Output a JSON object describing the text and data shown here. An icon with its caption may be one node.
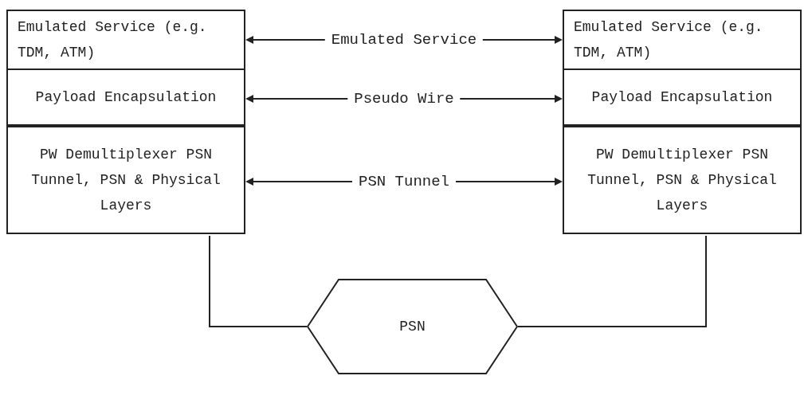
{
  "diagram": {
    "nodes": [
      {
        "text": [
          "Emulated Service (e.g. TDM, ATM)"
        ]
      },
      {
        "text": [
          "Payload Encapsulation"
        ]
      },
      {
        "text": [
          "PW Demultiplexer PSN Tunnel, PSN & Physical Layers"
        ]
      },
      {
        "text": [
          "Emulated Service (e.g. TDM, ATM)"
        ]
      },
      {
        "text": [
          "Payload Encapsulation"
        ]
      },
      {
        "text": [
          "PW Demultiplexer PSN Tunnel, PSN & Physical Layers"
        ]
      },
      {
        "text": [
          "PSN"
        ]
      }
    ],
    "edges": [
      {
        "from": 0,
        "to": 3,
        "arrow": "both",
        "label": "Emulated Service"
      },
      {
        "from": 1,
        "to": 4,
        "arrow": "both",
        "label": "Pseudo Wire"
      },
      {
        "from": 2,
        "to": 5,
        "arrow": "both",
        "label": "PSN Tunnel"
      },
      {
        "from": 2,
        "to": 6,
        "arrow": "none"
      },
      {
        "from": 6,
        "to": 5,
        "arrow": "none"
      }
    ]
  }
}
